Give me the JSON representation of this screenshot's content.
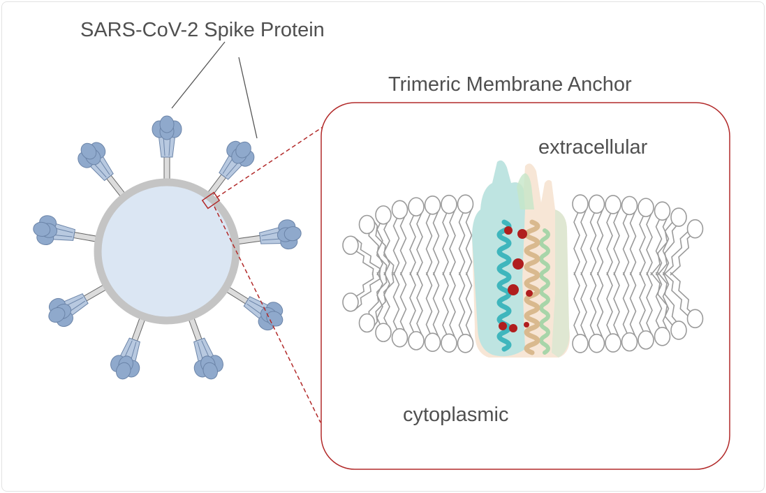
{
  "title": "SARS-CoV-2 Spike Protein",
  "panel": {
    "title": "Trimeric Membrane Anchor",
    "extracellular": "extracellular",
    "cytoplasmic": "cytoplasmic"
  },
  "colors": {
    "virus_fill": "#dbe6f3",
    "virus_ring": "#c4c4c4",
    "spike": "#8fa9cc",
    "panel_border": "#b22a2a",
    "lipid": "#9a9a9a",
    "helix_cyan": "#3fb6bd",
    "helix_tan": "#d9b98e",
    "helix_green": "#9fd3a4",
    "residue_red": "#b01e1e"
  },
  "spike_count": 9
}
